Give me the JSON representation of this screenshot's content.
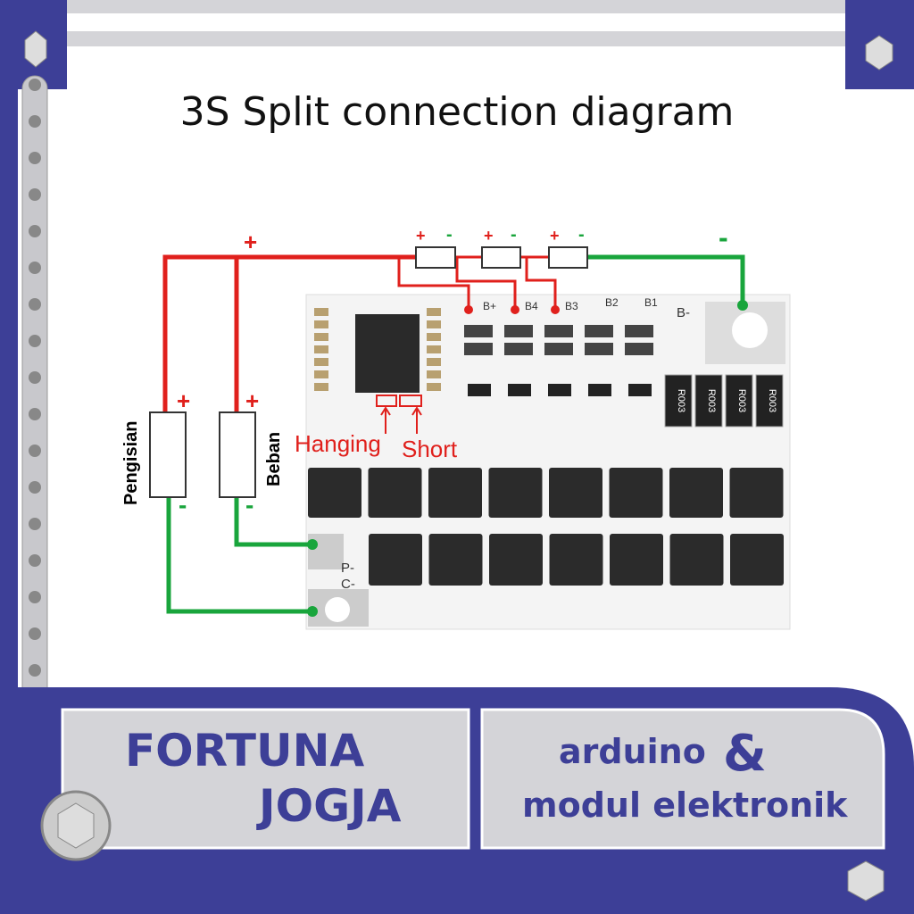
{
  "title": "3S Split connection diagram",
  "labels": {
    "charger": "Pengisian",
    "load": "Beban",
    "hanging": "Hanging",
    "short": "Short",
    "plus": "+",
    "minus": "-"
  },
  "pcb_labels": [
    "B+",
    "B4",
    "B3",
    "B2",
    "B1",
    "B-",
    "P-",
    "C-"
  ],
  "resistor_marking": "R003",
  "brand": {
    "line1": "FORTUNA",
    "line2": "JOGJA",
    "tag1": "arduino",
    "amp": "&",
    "tag2": "modul elektronik"
  },
  "colors": {
    "frame": "#3d3f97",
    "wire_pos": "#e0201c",
    "wire_neg": "#19a53c",
    "panel": "#d4d4d8"
  }
}
